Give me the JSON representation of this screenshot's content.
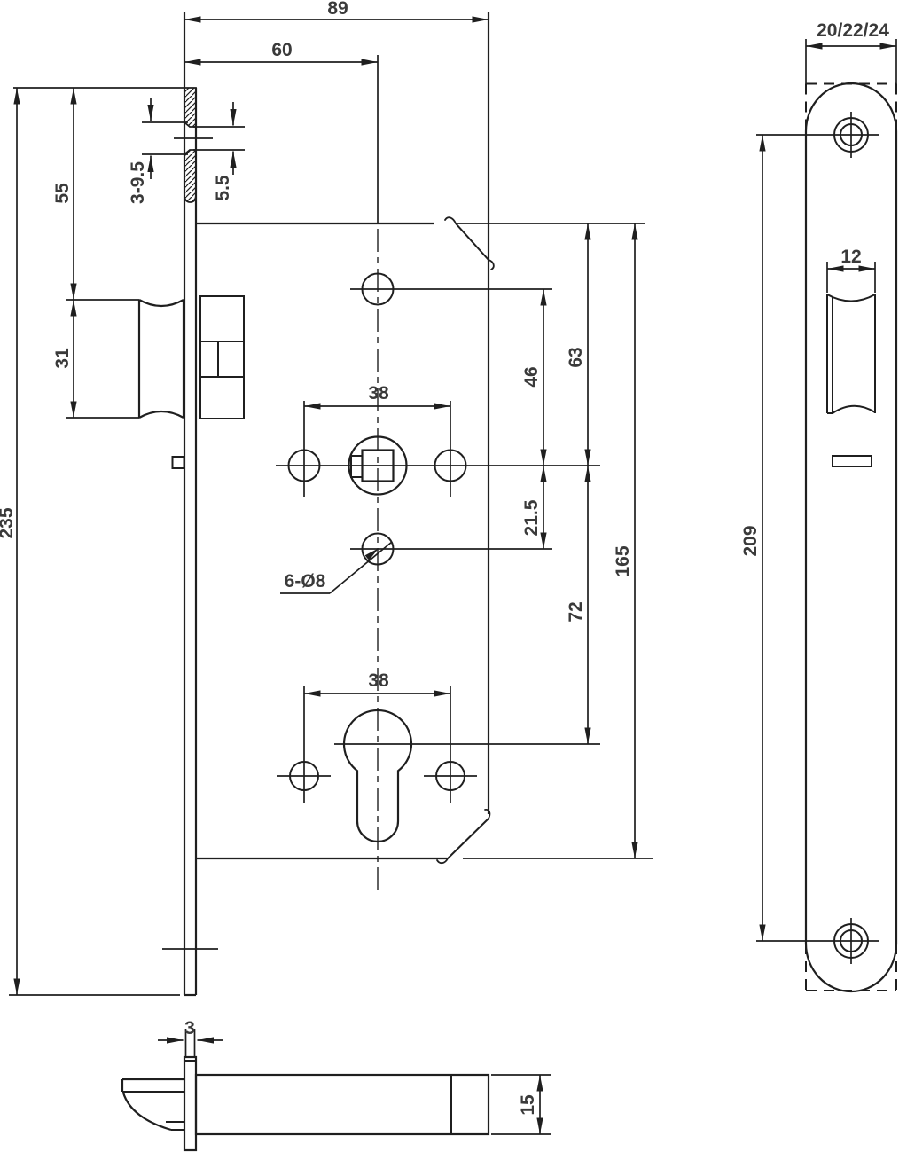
{
  "drawing": {
    "type": "technical-drawing",
    "subject": "mortise-lock-dimension-drawing",
    "colors": {
      "line": "#1f1f1f",
      "text": "#3a3a3a",
      "background": "#ffffff"
    }
  },
  "labels": {
    "case_depth": "89",
    "backset": "60",
    "top_to_latch": "55",
    "faceplate_screw_depth": "3-9.5",
    "screw_hole_dia": "5.5",
    "latch_height": "31",
    "faceplate_length": "235",
    "handle_hole_spacing": "38",
    "hole_to_follower": "46",
    "case_top_to_follower": "63",
    "follower_to_hole": "21.5",
    "follower_to_cylinder": "72",
    "case_height": "165",
    "hole_callout": "6-Ø8",
    "cylinder_hole_spacing": "38",
    "faceplate_width": "20/22/24",
    "latch_opening": "12",
    "screw_centers": "209",
    "faceplate_thickness": "3",
    "case_thickness": "15"
  }
}
